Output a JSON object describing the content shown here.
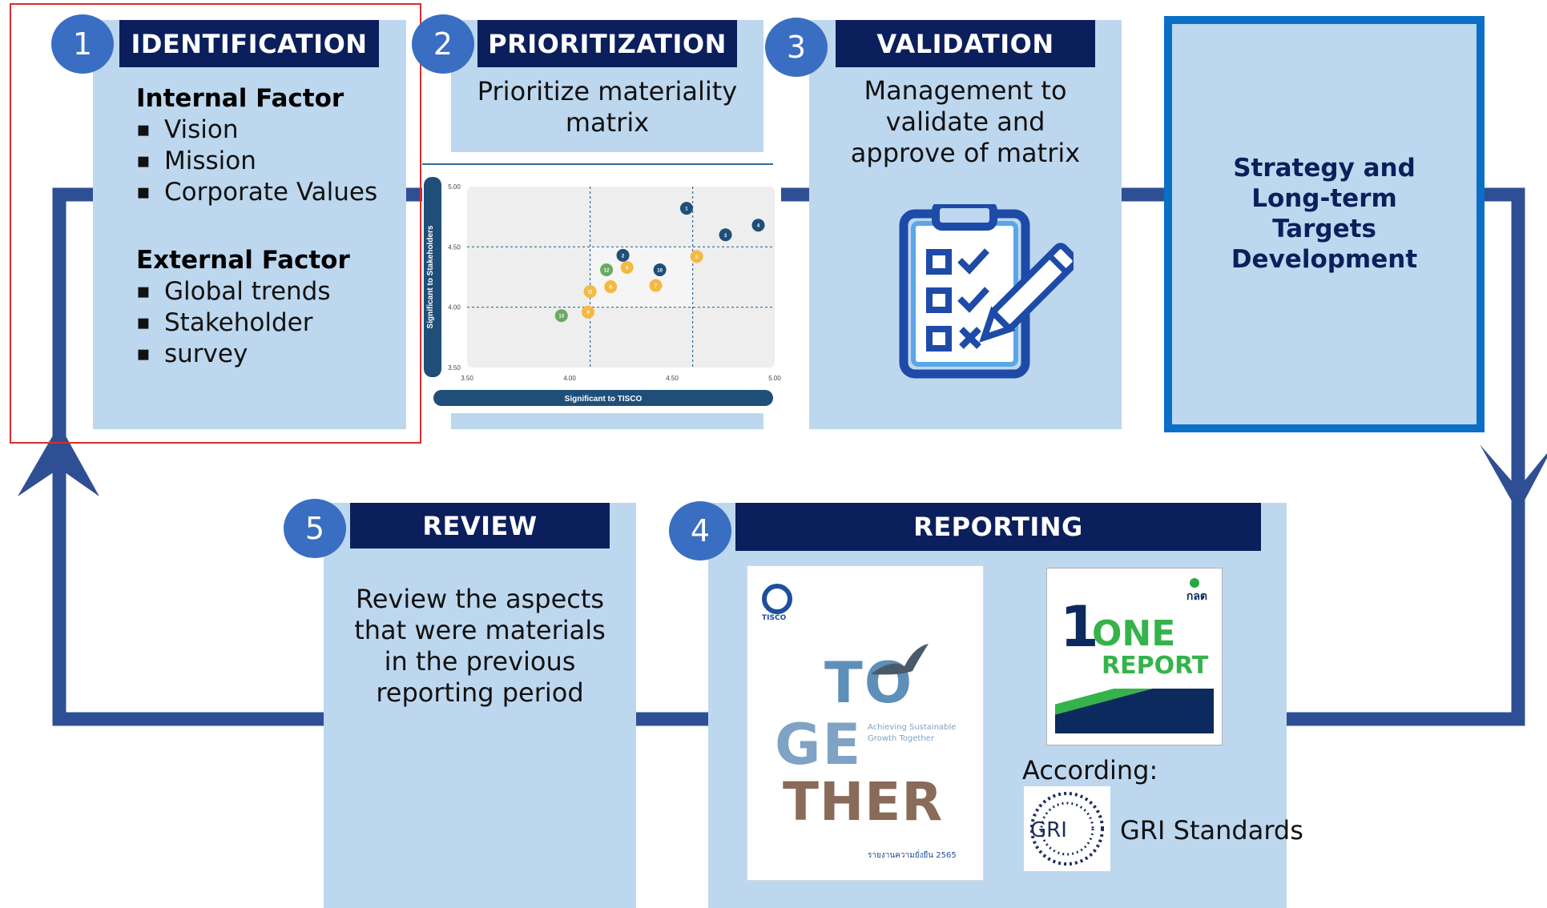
{
  "steps": {
    "identification": {
      "number": "1",
      "title": "IDENTIFICATION",
      "internal_heading": "Internal Factor",
      "internal_items": [
        "Vision",
        "Mission",
        "Corporate Values"
      ],
      "external_heading": "External Factor",
      "external_items": [
        "Global trends",
        "Stakeholder",
        "survey"
      ]
    },
    "prioritization": {
      "number": "2",
      "title": "PRIORITIZATION",
      "text_line1": "Prioritize materiality",
      "text_line2": "matrix"
    },
    "validation": {
      "number": "3",
      "title": "VALIDATION",
      "text_line1": "Management to",
      "text_line2": "validate and",
      "text_line3": "approve of matrix"
    },
    "strategy": {
      "line1": "Strategy and",
      "line2": "Long-term",
      "line3": "Targets",
      "line4": "Development"
    },
    "review": {
      "number": "5",
      "title": "REVIEW",
      "line1": "Review the aspects",
      "line2": "that were materials",
      "line3": "in the previous",
      "line4": "reporting period"
    },
    "reporting": {
      "number": "4",
      "title": "REPORTING",
      "according": "According:",
      "gri_standards": "GRI Standards",
      "gri_logo_text": "GRI",
      "one_report_one": "ONE",
      "one_report_report": "REPORT",
      "sec_logo": "กลต",
      "cover_tisco": "TISCO",
      "cover_to": "TO",
      "cover_ge": "GE",
      "cover_ther": "THER",
      "cover_sub1": "Achieving Sustainable",
      "cover_sub2": "Growth Together",
      "cover_thai": "รายงานความยั่งยืน 2565"
    }
  },
  "colors": {
    "panel": "#bdd7ee",
    "header": "#0b1f5c",
    "number_circle": "#3a6ec2",
    "connector": "#2f4f94",
    "strategy_border": "#0b6fc7",
    "highlight_border": "#d92b2b"
  },
  "chart_data": {
    "type": "scatter",
    "xlabel": "Significant to TISCO",
    "ylabel": "Significant to Stakeholders",
    "xlim": [
      3.5,
      5.0
    ],
    "ylim": [
      3.5,
      5.0
    ],
    "xticks": [
      "3.50",
      "4.00",
      "4.50",
      "5.00"
    ],
    "yticks": [
      "3.50",
      "4.00",
      "4.50",
      "5.00"
    ],
    "grid": false,
    "dividers": {
      "x": [
        4.1,
        4.6
      ],
      "y": [
        4.0,
        4.5
      ]
    },
    "points": [
      {
        "label": "1",
        "x": 4.57,
        "y": 4.82,
        "group": "navy"
      },
      {
        "label": "2",
        "x": 4.26,
        "y": 4.43,
        "group": "navy"
      },
      {
        "label": "3",
        "x": 4.76,
        "y": 4.6,
        "group": "navy"
      },
      {
        "label": "4",
        "x": 4.92,
        "y": 4.68,
        "group": "navy"
      },
      {
        "label": "5",
        "x": 4.62,
        "y": 4.42,
        "group": "yellow"
      },
      {
        "label": "6",
        "x": 4.28,
        "y": 4.33,
        "group": "yellow"
      },
      {
        "label": "7",
        "x": 4.42,
        "y": 4.18,
        "group": "yellow"
      },
      {
        "label": "8",
        "x": 4.2,
        "y": 4.17,
        "group": "yellow"
      },
      {
        "label": "9",
        "x": 4.09,
        "y": 3.96,
        "group": "yellow"
      },
      {
        "label": "10",
        "x": 4.44,
        "y": 4.31,
        "group": "navy"
      },
      {
        "label": "11",
        "x": 4.1,
        "y": 4.13,
        "group": "yellow"
      },
      {
        "label": "12",
        "x": 4.18,
        "y": 4.31,
        "group": "green"
      },
      {
        "label": "13",
        "x": 3.96,
        "y": 3.93,
        "group": "green"
      }
    ],
    "group_colors": {
      "navy": "#1f4e79",
      "yellow": "#f5b942",
      "green": "#6aaa64"
    }
  }
}
